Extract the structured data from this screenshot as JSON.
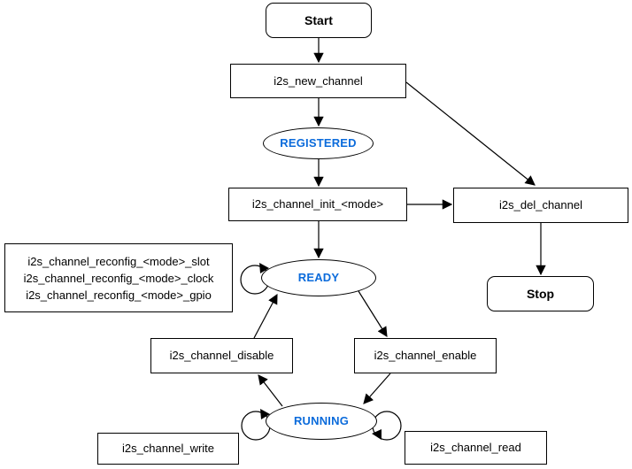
{
  "diagram": {
    "type": "state-flowchart",
    "colors": {
      "background": "#ffffff",
      "node_fill": "#ffffff",
      "node_border": "#000000",
      "text": "#000000",
      "state_text": "#0b6bdb"
    },
    "nodes": {
      "start": {
        "label": "Start",
        "shape": "rounded-rect"
      },
      "new_channel": {
        "label": "i2s_new_channel",
        "shape": "rect"
      },
      "registered": {
        "label": "REGISTERED",
        "shape": "ellipse"
      },
      "init": {
        "label": "i2s_channel_init_<mode>",
        "shape": "rect"
      },
      "del_channel": {
        "label": "i2s_del_channel",
        "shape": "rect"
      },
      "stop": {
        "label": "Stop",
        "shape": "rounded-rect"
      },
      "reconfig": {
        "lines": [
          "i2s_channel_reconfig_<mode>_slot",
          "i2s_channel_reconfig_<mode>_clock",
          "i2s_channel_reconfig_<mode>_gpio"
        ],
        "shape": "rect"
      },
      "ready": {
        "label": "READY",
        "shape": "ellipse"
      },
      "disable": {
        "label": "i2s_channel_disable",
        "shape": "rect"
      },
      "enable": {
        "label": "i2s_channel_enable",
        "shape": "rect"
      },
      "running": {
        "label": "RUNNING",
        "shape": "ellipse"
      },
      "write": {
        "label": "i2s_channel_write",
        "shape": "rect"
      },
      "read": {
        "label": "i2s_channel_read",
        "shape": "rect"
      }
    },
    "edges": [
      "start -> new_channel",
      "new_channel -> registered",
      "registered -> init",
      "init -> ready",
      "init -> del_channel",
      "new_channel -> del_channel",
      "del_channel -> stop",
      "disable -> ready",
      "ready -> enable",
      "enable -> running",
      "running -> disable",
      "ready self-loop (reconfig)",
      "running self-loop (write)",
      "running self-loop (read)"
    ]
  }
}
